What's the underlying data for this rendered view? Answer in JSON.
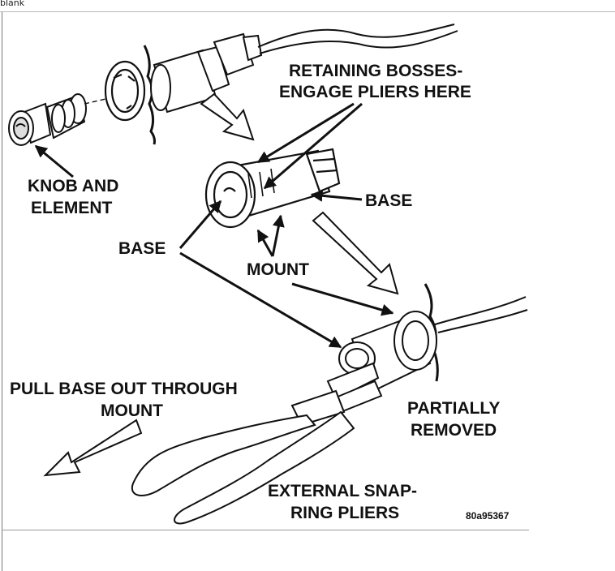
{
  "tab": {
    "title": "blank"
  },
  "labels": {
    "retaining_1": "RETAINING BOSSES-",
    "retaining_2": "ENGAGE PLIERS HERE",
    "knob_1": "KNOB AND",
    "knob_2": "ELEMENT",
    "base_right": "BASE",
    "base_left": "BASE",
    "mount": "MOUNT",
    "pull_1": "PULL BASE OUT THROUGH",
    "pull_2": "MOUNT",
    "partial_1": "PARTIALLY",
    "partial_2": "REMOVED",
    "pliers_1": "EXTERNAL SNAP-",
    "pliers_2": "RING PLIERS",
    "figure_code": "80a95367"
  },
  "icons": [
    "arrow-icon"
  ],
  "colors": {
    "ink": "#111111",
    "background": "#ffffff"
  }
}
